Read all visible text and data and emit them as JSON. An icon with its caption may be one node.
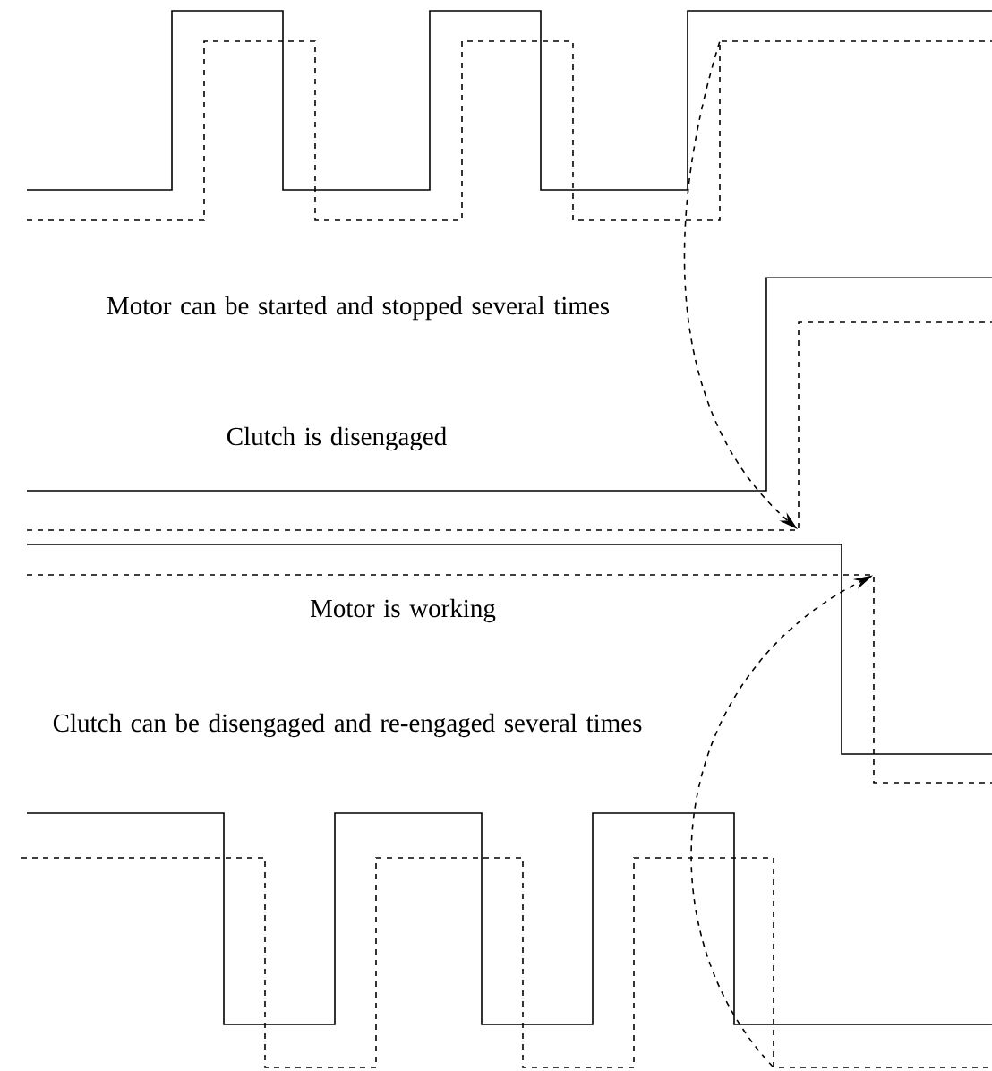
{
  "diagram": {
    "nodes": [
      {
        "text": [],
        "shape": "waveform"
      },
      {
        "text": [],
        "shape": "waveform"
      },
      {
        "text": [],
        "shape": "waveform"
      },
      {
        "text": [],
        "shape": "waveform"
      }
    ],
    "edges": [
      {
        "from": 0,
        "to": 1,
        "arrow": "to",
        "style": "dashed"
      },
      {
        "from": 3,
        "to": 2,
        "arrow": "to",
        "style": "dashed"
      }
    ],
    "labels": [
      "Motor can be started and stopped several times",
      "Clutch is disengaged",
      "Motor is working",
      "Clutch can be disengaged and re-engaged several times"
    ]
  }
}
